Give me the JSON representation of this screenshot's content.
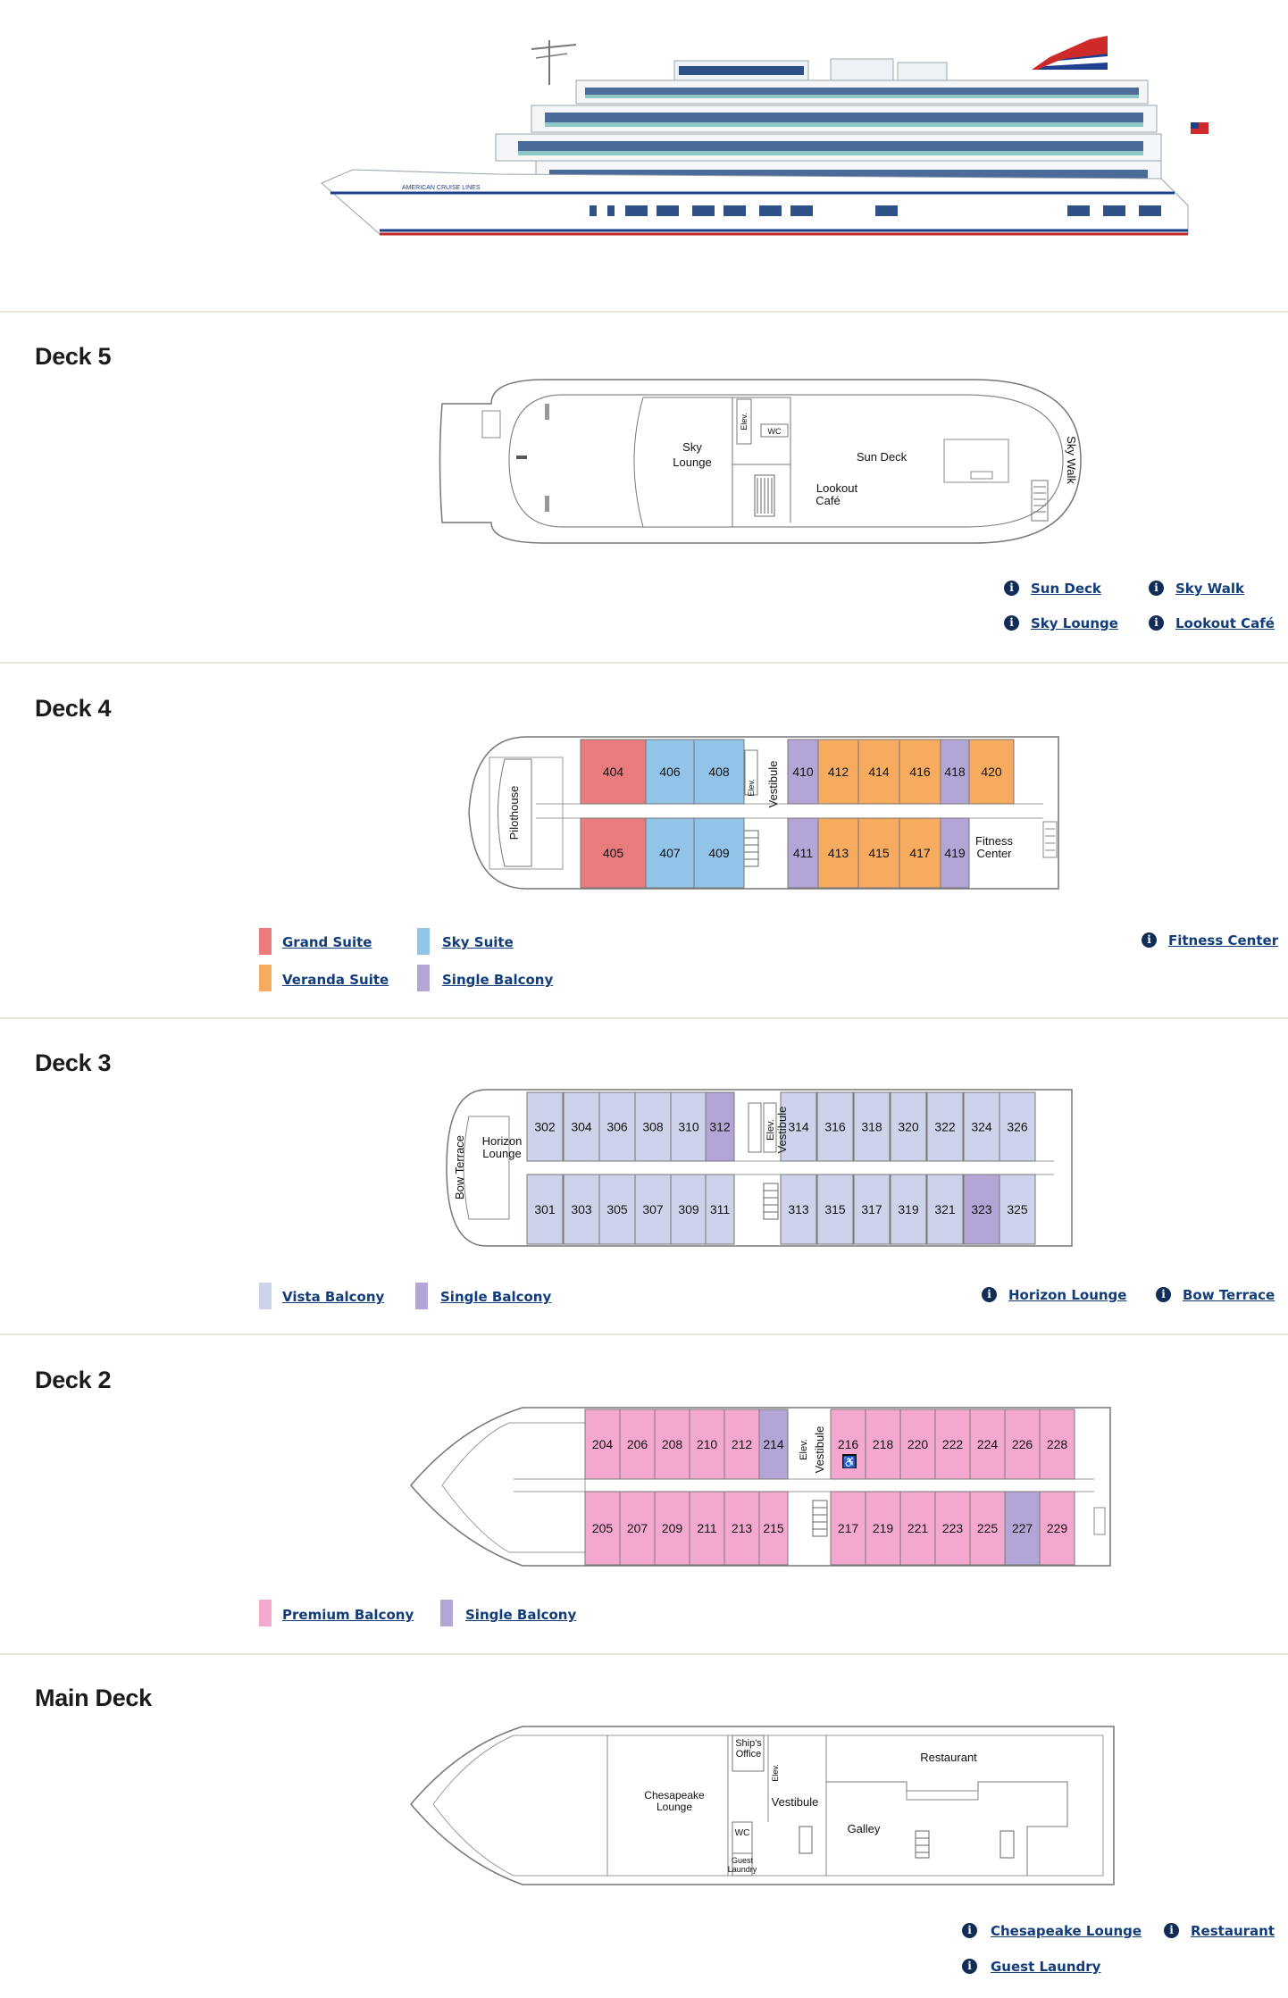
{
  "ship": {
    "name_on_hull": "AMERICAN CRUISE LINES"
  },
  "colors": {
    "grand_suite": "#ea7c7e",
    "sky_suite": "#92c4ea",
    "veranda_suite": "#f6ab5f",
    "single_balcony": "#b3a5d6",
    "vista_balcony": "#cdd3ea",
    "premium_balcony": "#f4a8cf",
    "link": "#123c7a",
    "info_icon": "#102c57"
  },
  "deck5": {
    "title": "Deck 5",
    "labels": {
      "sky_lounge_1": "Sky",
      "sky_lounge_2": "Lounge",
      "sun_deck": "Sun Deck",
      "lookout_1": "Lookout",
      "lookout_2": "Café",
      "sky_walk": "Sky Walk",
      "elev": "Elev.",
      "wc": "WC"
    },
    "links": [
      "Sun Deck",
      "Sky Walk",
      "Sky Lounge",
      "Lookout Café"
    ]
  },
  "deck4": {
    "title": "Deck 4",
    "cabins_top": [
      "404",
      "406",
      "408",
      "410",
      "412",
      "414",
      "416",
      "418",
      "420"
    ],
    "cabins_bottom": [
      "405",
      "407",
      "409",
      "411",
      "413",
      "415",
      "417",
      "419"
    ],
    "labels": {
      "pilothouse": "Pilothouse",
      "vestibule": "Vestibule",
      "elev": "Elev.",
      "fitness_1": "Fitness",
      "fitness_2": "Center"
    },
    "legend": [
      "Grand Suite",
      "Sky Suite",
      "Veranda Suite",
      "Single Balcony"
    ],
    "links": [
      "Fitness Center"
    ]
  },
  "deck3": {
    "title": "Deck 3",
    "cabins_top": [
      "302",
      "304",
      "306",
      "308",
      "310",
      "312",
      "314",
      "316",
      "318",
      "320",
      "322",
      "324",
      "326"
    ],
    "cabins_bottom": [
      "301",
      "303",
      "305",
      "307",
      "309",
      "311",
      "313",
      "315",
      "317",
      "319",
      "321",
      "323",
      "325"
    ],
    "labels": {
      "horizon_1": "Horizon",
      "horizon_2": "Lounge",
      "bow_terrace": "Bow Terrace",
      "vestibule": "Vestibule",
      "elev": "Elev."
    },
    "legend": [
      "Vista Balcony",
      "Single Balcony"
    ],
    "links": [
      "Horizon Lounge",
      "Bow Terrace"
    ]
  },
  "deck2": {
    "title": "Deck 2",
    "cabins_top": [
      "204",
      "206",
      "208",
      "210",
      "212",
      "214",
      "216",
      "218",
      "220",
      "222",
      "224",
      "226",
      "228"
    ],
    "cabins_bottom": [
      "205",
      "207",
      "209",
      "211",
      "213",
      "215",
      "217",
      "219",
      "221",
      "223",
      "225",
      "227",
      "229"
    ],
    "labels": {
      "vestibule": "Vestibule",
      "elev": "Elev.",
      "accessible": "♿"
    },
    "legend": [
      "Premium Balcony",
      "Single Balcony"
    ]
  },
  "main_deck": {
    "title": "Main Deck",
    "labels": {
      "ships_office_1": "Ship's",
      "ships_office_2": "Office",
      "chesapeake_1": "Chesapeake",
      "chesapeake_2": "Lounge",
      "vestibule": "Vestibule",
      "restaurant": "Restaurant",
      "galley": "Galley",
      "wc": "WC",
      "laundry_1": "Guest",
      "laundry_2": "Laundry",
      "elev": "Elev."
    },
    "links": [
      "Chesapeake Lounge",
      "Restaurant",
      "Guest Laundry"
    ]
  }
}
